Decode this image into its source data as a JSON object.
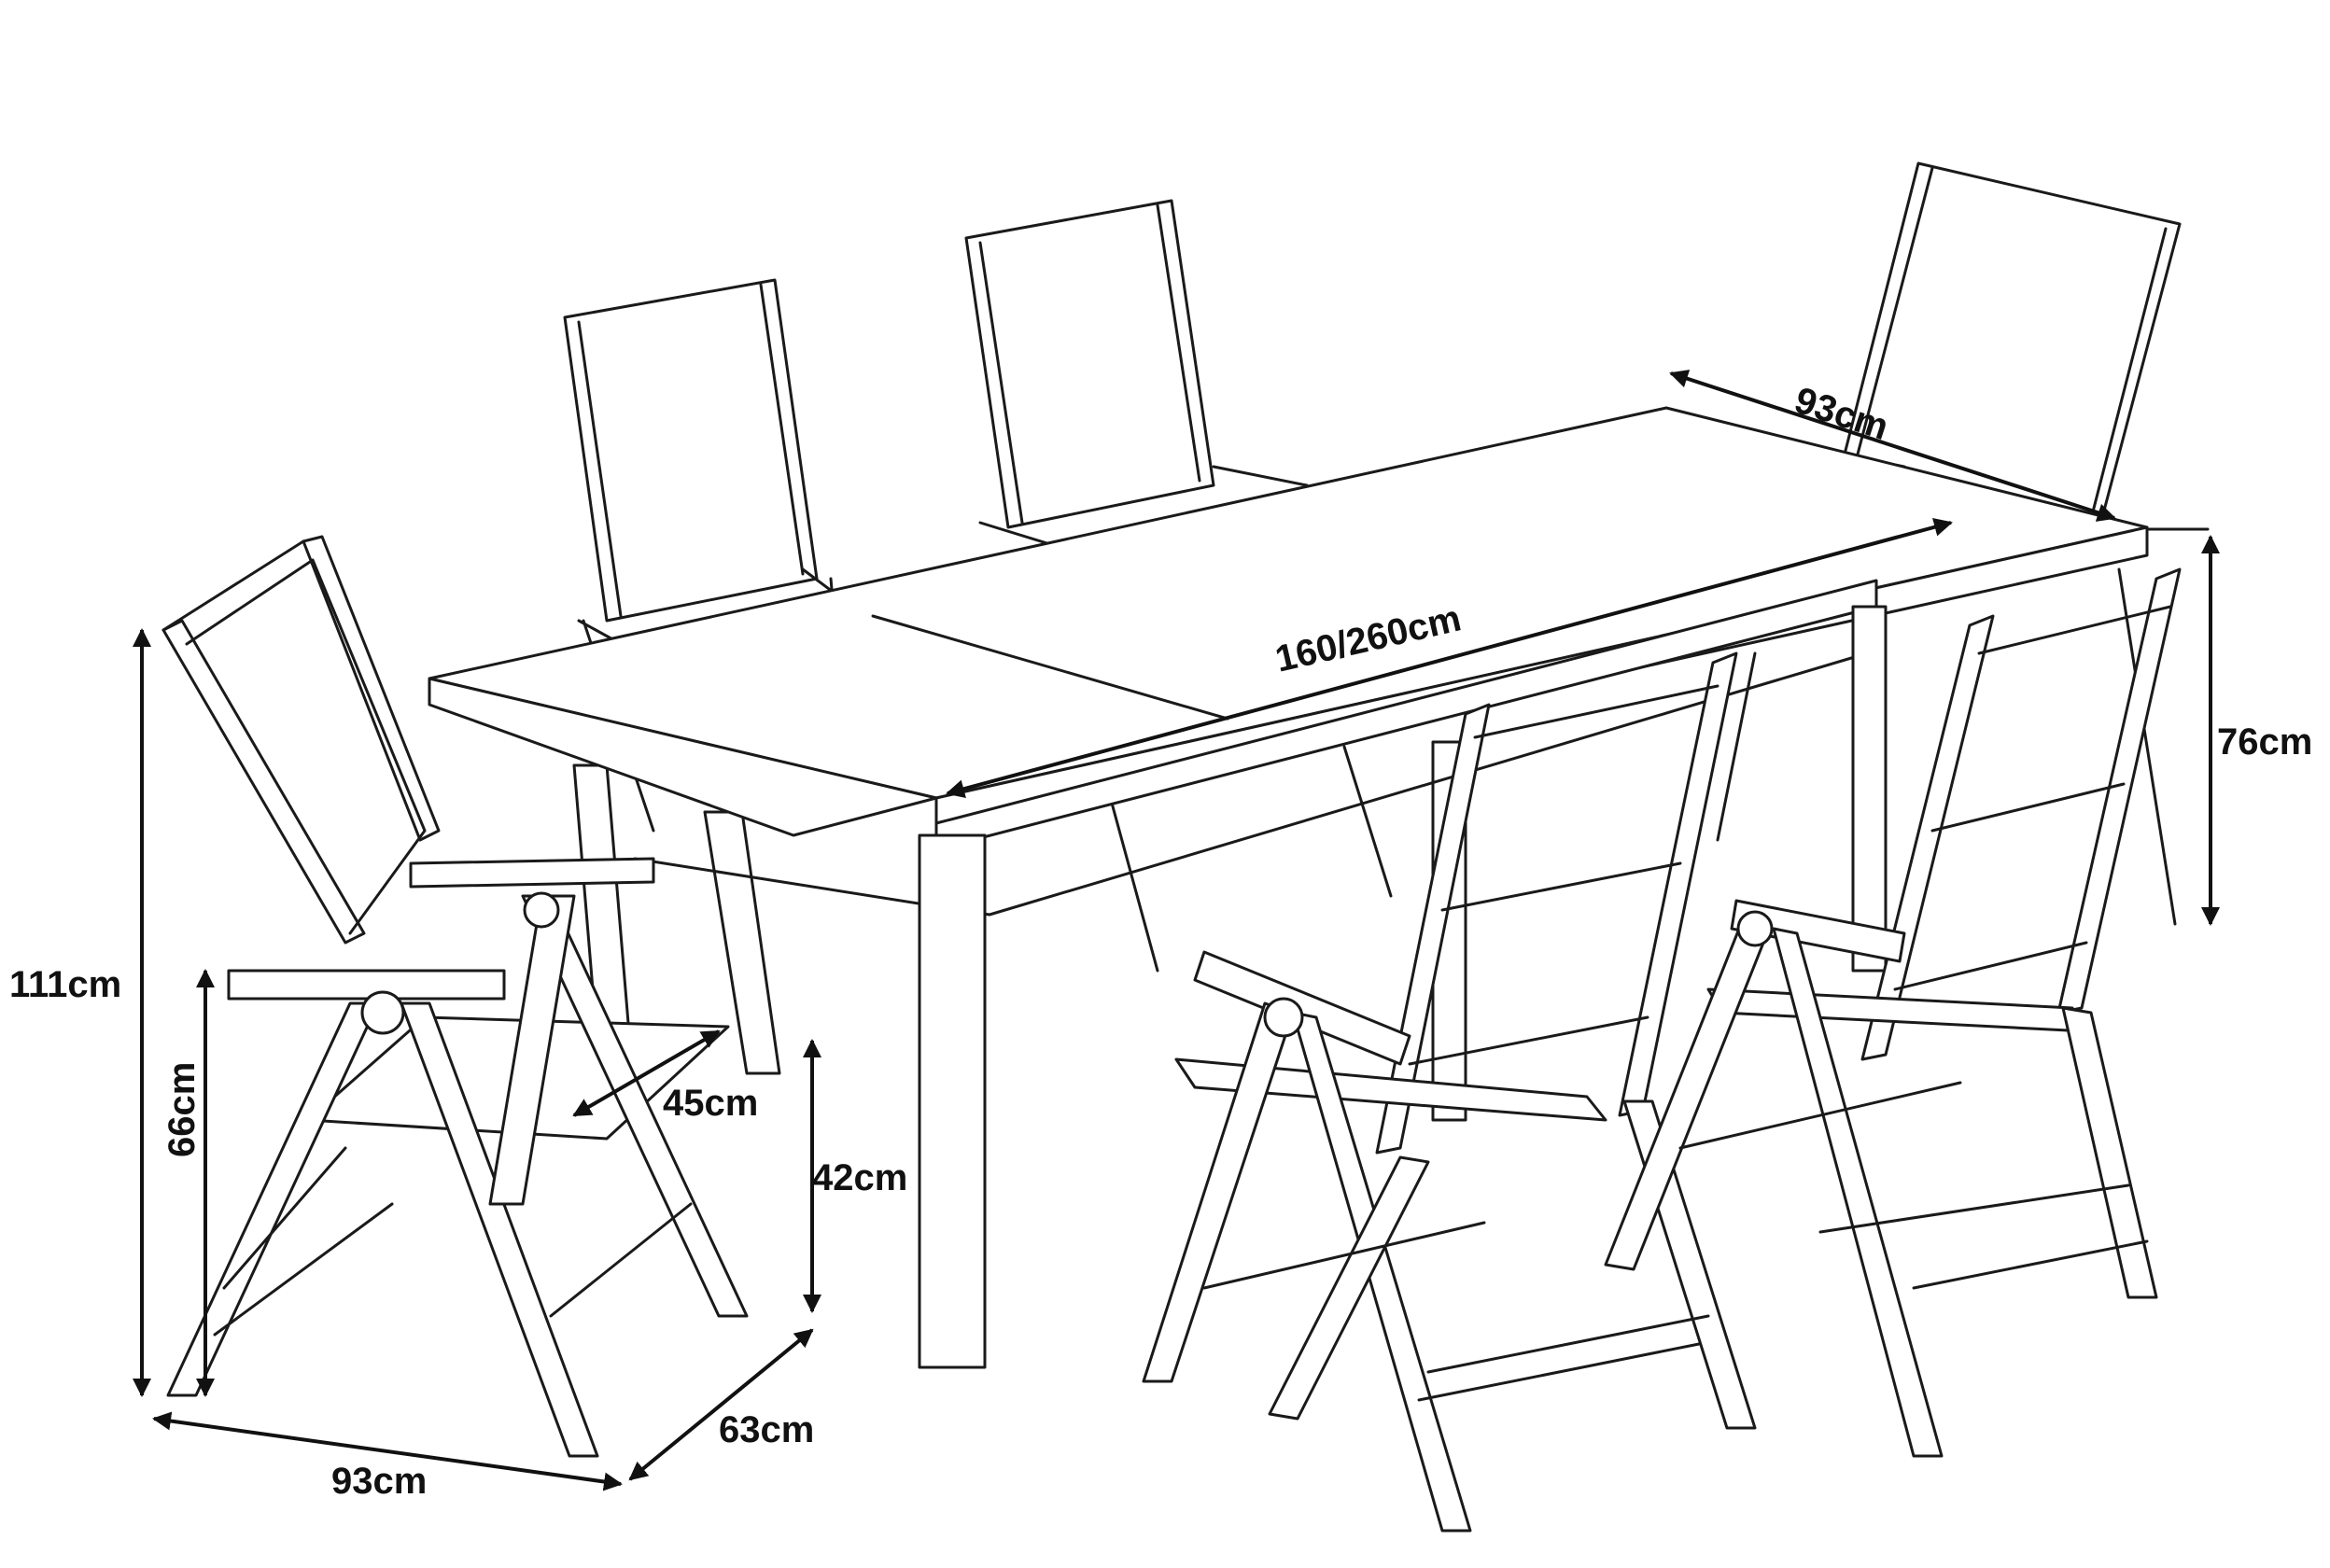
{
  "dimensions": {
    "table_length": "160/260cm",
    "table_width": "93cm",
    "table_height": "76cm",
    "chair_height": "111cm",
    "armrest_height": "66cm",
    "seat_depth": "45cm",
    "seat_height": "42cm",
    "chair_depth": "63cm",
    "chair_footprint_length": "93cm"
  },
  "colors": {
    "line": "#1a1a1a",
    "background": "#ffffff"
  }
}
